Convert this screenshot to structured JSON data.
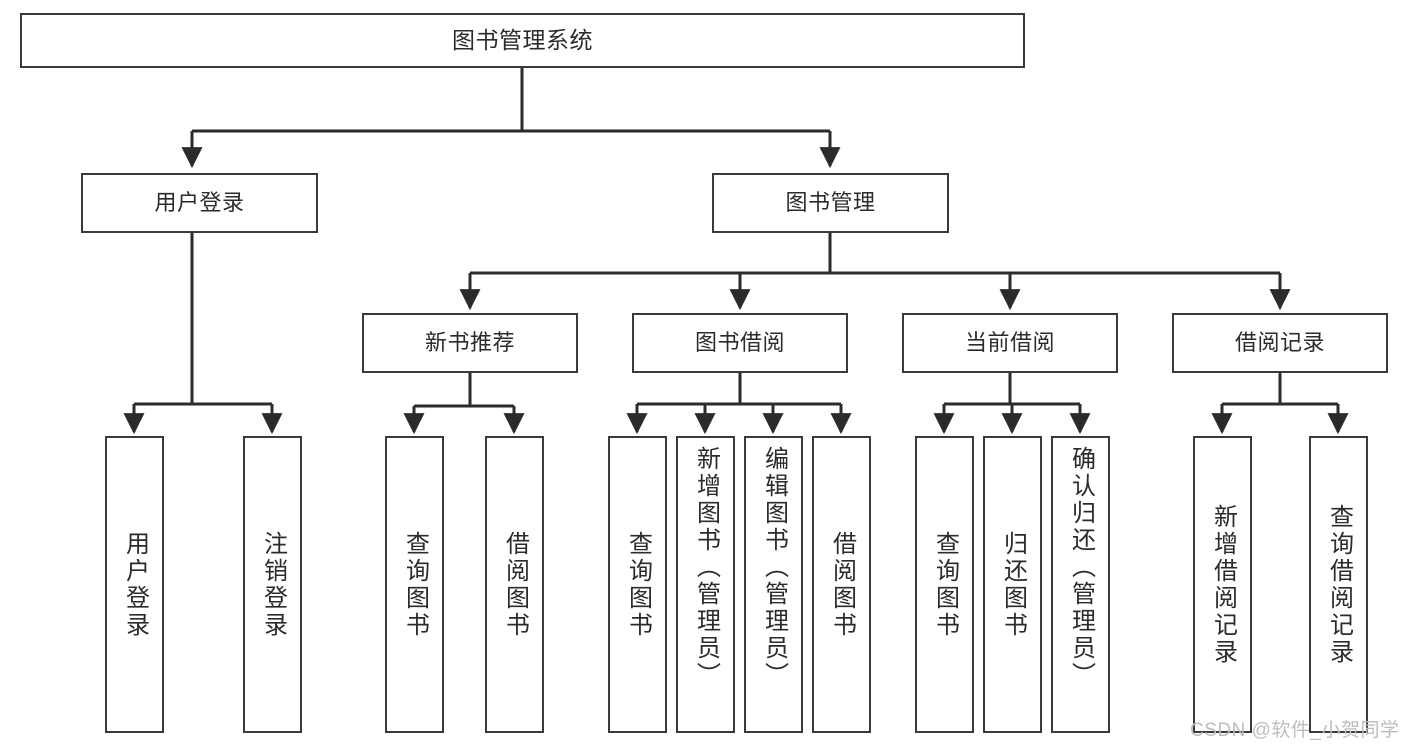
{
  "diagram": {
    "title": "图书管理系统",
    "type": "tree-hierarchy-diagram",
    "colors": {
      "box_border": "#3a3a3a",
      "box_fill": "#ffffff",
      "edge": "#2b2b2b",
      "text": "#2b2b2b",
      "watermark": "#bdbdbd",
      "background": "#ffffff"
    }
  },
  "nodes": {
    "root": {
      "label": "图书管理系统"
    },
    "level2": [
      {
        "id": "user-login",
        "label": "用户登录"
      },
      {
        "id": "book-management",
        "label": "图书管理"
      }
    ],
    "level3": [
      {
        "id": "new-book-recommend",
        "label": "新书推荐"
      },
      {
        "id": "book-borrow",
        "label": "图书借阅"
      },
      {
        "id": "current-borrow",
        "label": "当前借阅"
      },
      {
        "id": "borrow-record",
        "label": "借阅记录"
      }
    ],
    "leaves": {
      "user_login": [
        {
          "id": "leaf-user-login",
          "label": "用户登录"
        },
        {
          "id": "leaf-logout-login",
          "label": "注销登录"
        }
      ],
      "new_book_recommend": [
        {
          "id": "leaf-query-book-1",
          "label": "查询图书"
        },
        {
          "id": "leaf-borrow-book-1",
          "label": "借阅图书"
        }
      ],
      "book_borrow": [
        {
          "id": "leaf-query-book-2",
          "label": "查询图书"
        },
        {
          "id": "leaf-add-book-admin",
          "label": "新增图书（管理员）"
        },
        {
          "id": "leaf-edit-book-admin",
          "label": "编辑图书（管理员）"
        },
        {
          "id": "leaf-borrow-book-2",
          "label": "借阅图书"
        }
      ],
      "current_borrow": [
        {
          "id": "leaf-query-book-3",
          "label": "查询图书"
        },
        {
          "id": "leaf-return-book",
          "label": "归还图书"
        },
        {
          "id": "leaf-confirm-return-admin",
          "label": "确认归还（管理员）"
        }
      ],
      "borrow_record": [
        {
          "id": "leaf-add-borrow-record",
          "label": "新增借阅记录"
        },
        {
          "id": "leaf-query-borrow-record",
          "label": "查询借阅记录"
        }
      ]
    }
  },
  "watermark": {
    "text": "CSDN @软件_小贺同学"
  }
}
